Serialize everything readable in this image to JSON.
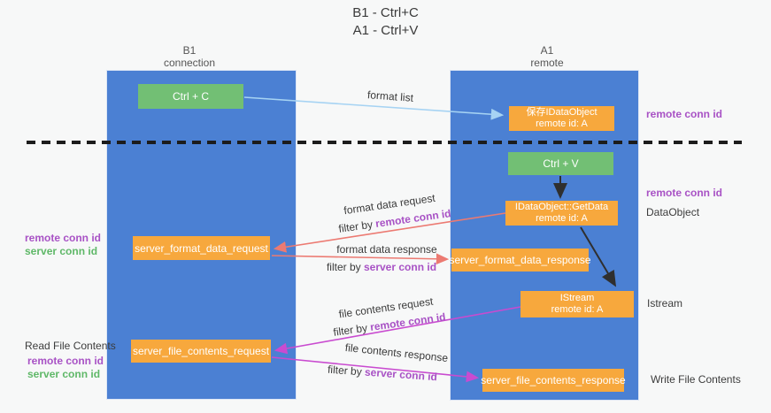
{
  "title": {
    "line1": "B1 - Ctrl+C",
    "line2": "A1 - Ctrl+V"
  },
  "columns": {
    "left": {
      "name": "B1",
      "subtitle": "connection"
    },
    "right": {
      "name": "A1",
      "subtitle": "remote"
    }
  },
  "nodes": {
    "ctrl_c": "Ctrl + C",
    "ctrl_v": "Ctrl + V",
    "save_dataobject": {
      "line1": "保存IDataObject",
      "line2": "remote id: A"
    },
    "getdata": {
      "line1": "IDataObject::GetData",
      "line2": "remote id: A"
    },
    "istream": {
      "line1": "IStream",
      "line2": "remote id: A"
    },
    "server_format_data_request": "server_format_data_request",
    "server_format_data_response": "server_format_data_response",
    "server_file_contents_request": "server_file_contents_request",
    "server_file_contents_response": "server_file_contents_response"
  },
  "arrow_labels": {
    "format_list": "format list",
    "format_data_request": "format data request",
    "format_data_response": "format data response",
    "file_contents_request": "file contents request",
    "file_contents_response": "file contents response",
    "filter_by": "filter by "
  },
  "terms": {
    "remote_conn_id": "remote conn id",
    "server_conn_id": "server conn id"
  },
  "side_labels": {
    "dataobject": "DataObject",
    "istream": "Istream",
    "read_file_contents": "Read File Contents",
    "write_file_contents": "Write File Contents"
  },
  "colors": {
    "lane_blue": "#4b80d3",
    "node_green": "#72bf74",
    "node_orange": "#f7a83d",
    "label_purple": "#a852c5",
    "label_green": "#5fb868",
    "arrow_salmon": "#ec7a72",
    "arrow_magenta": "#c94bd0",
    "arrow_lightblue": "#a6d3f3",
    "arrow_black": "#2f2f2f",
    "background": "#f7f8f8"
  }
}
